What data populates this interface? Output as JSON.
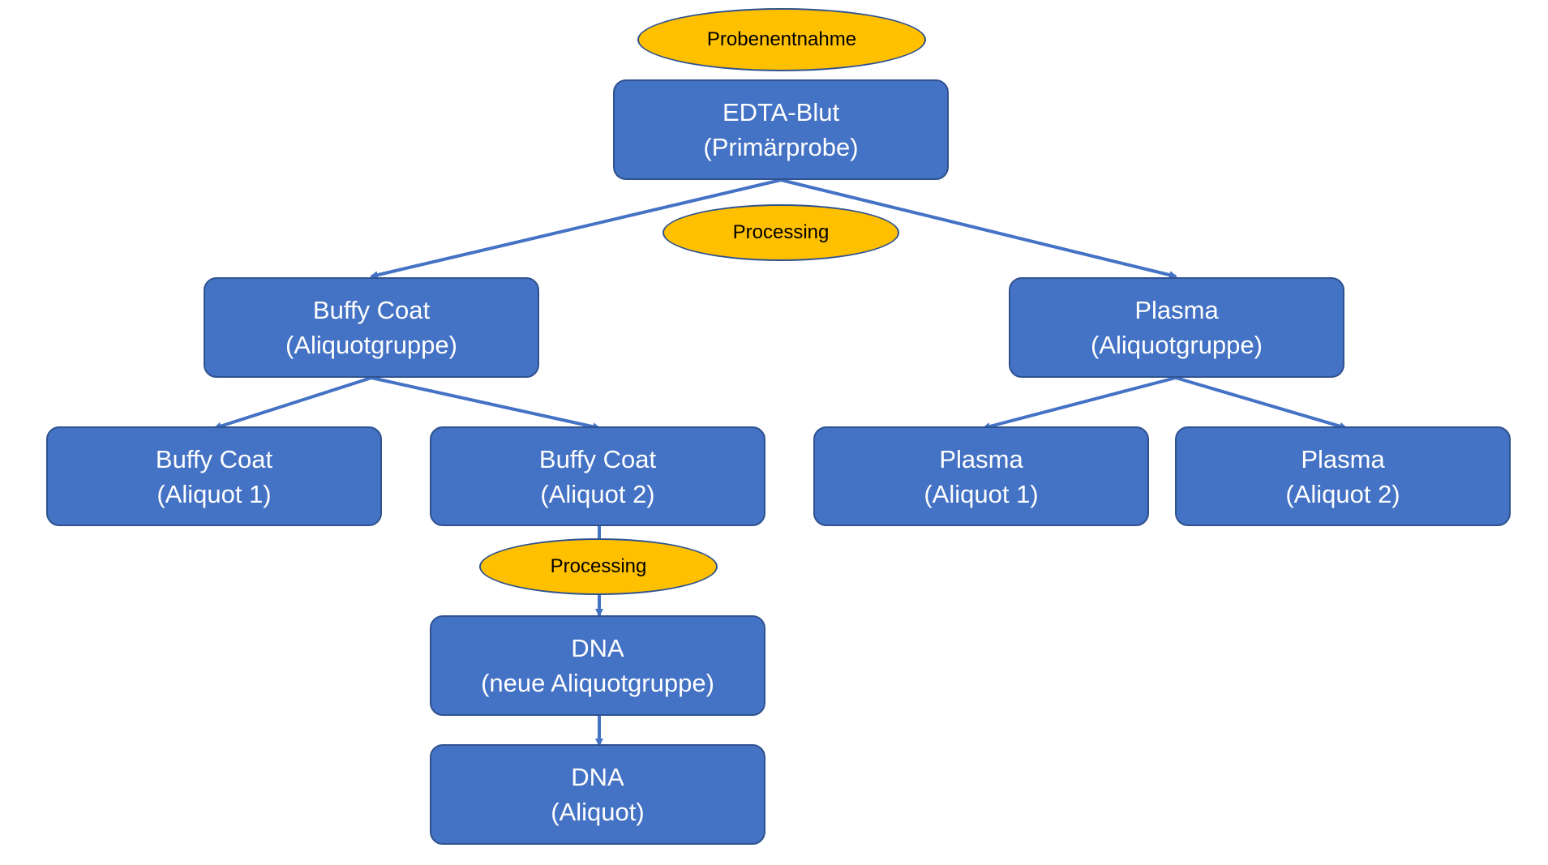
{
  "nodes": {
    "edta": {
      "line1": "EDTA-Blut",
      "line2": "(Primärprobe)"
    },
    "buffy_group": {
      "line1": "Buffy Coat",
      "line2": "(Aliquotgruppe)"
    },
    "plasma_group": {
      "line1": "Plasma",
      "line2": "(Aliquotgruppe)"
    },
    "buffy_aliquot1": {
      "line1": "Buffy Coat",
      "line2": "(Aliquot 1)"
    },
    "buffy_aliquot2": {
      "line1": "Buffy Coat",
      "line2": "(Aliquot 2)"
    },
    "plasma_aliquot1": {
      "line1": "Plasma",
      "line2": "(Aliquot 1)"
    },
    "plasma_aliquot2": {
      "line1": "Plasma",
      "line2": "(Aliquot 2)"
    },
    "dna_group": {
      "line1": "DNA",
      "line2": "(neue Aliquotgruppe)"
    },
    "dna_aliquot": {
      "line1": "DNA",
      "line2": "(Aliquot)"
    }
  },
  "steps": {
    "sampling": "Probenentnahme",
    "processing_top": "Processing",
    "processing_bottom": "Processing"
  },
  "colors": {
    "node_fill": "#4472c4",
    "node_border": "#2f528f",
    "step_fill": "#ffc000",
    "edge": "#4472c4"
  }
}
